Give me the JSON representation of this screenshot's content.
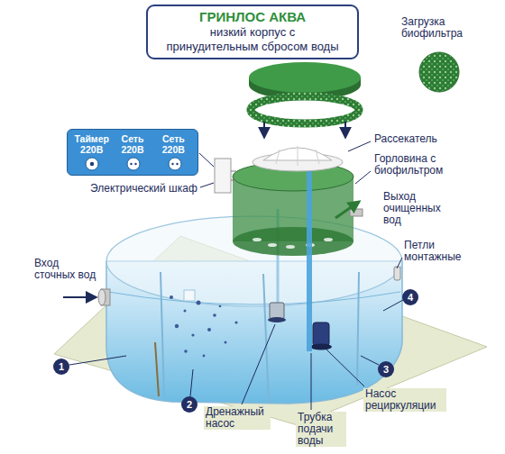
{
  "diagram": {
    "nodes": [
      {
        "text": [
          "ГРИНЛОС АКВА",
          "низкий корпус с принудительным сбросом воды"
        ]
      },
      {
        "text": [
          "Таймер 220В",
          "Сеть 220В",
          "Сеть 220В"
        ]
      },
      {
        "text": [
          "1"
        ]
      },
      {
        "text": [
          "2"
        ]
      },
      {
        "text": [
          "3"
        ]
      },
      {
        "text": [
          "4"
        ]
      }
    ],
    "labels": [
      "Загрузка биофильтра",
      "Рассекатель",
      "Горловина с биофильтром",
      "Выход очищенных вод",
      "Петли монтажные",
      "Электрический шкаф",
      "Вход сточных вод",
      "Дренажный насос",
      "Трубка подачи воды",
      "Насос рециркуляции"
    ]
  }
}
